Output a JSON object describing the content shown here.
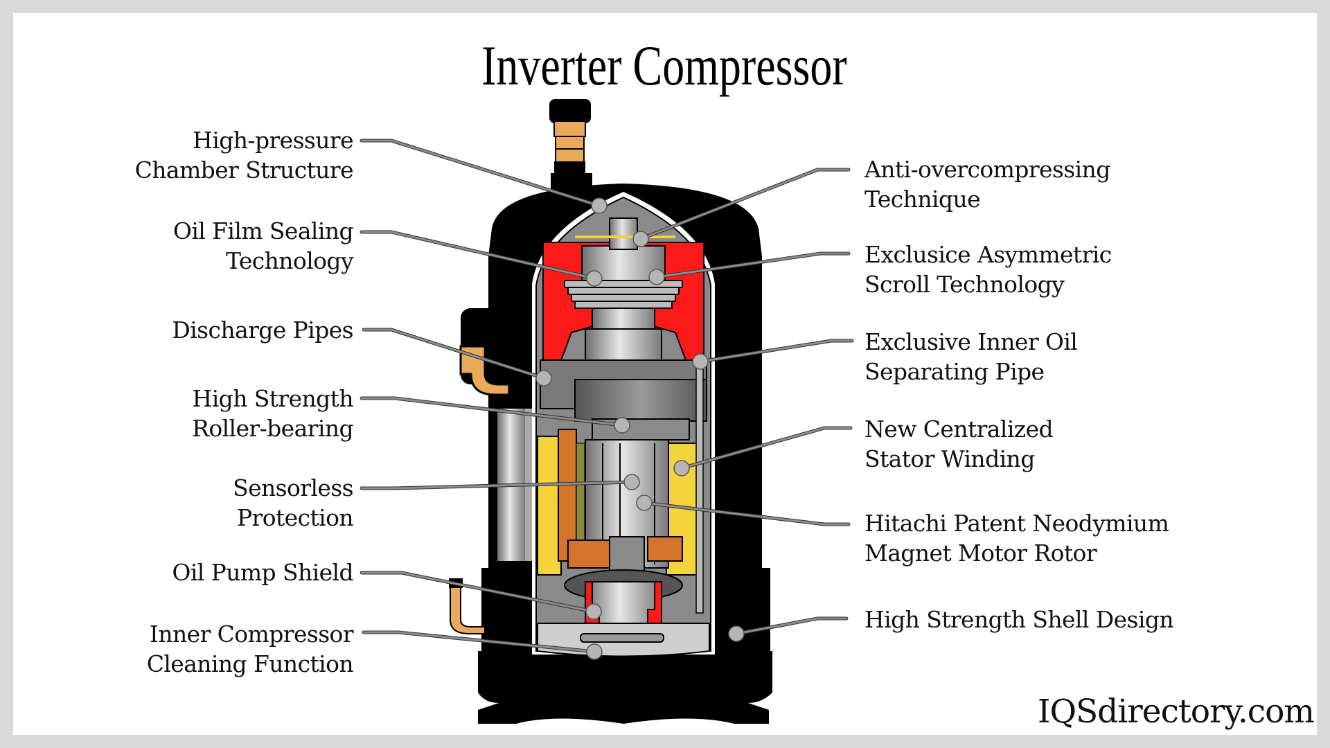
{
  "title": "Inverter Compressor",
  "watermark": "IQSdirectory.com",
  "colors": {
    "background_border": "#d9d9d9",
    "panel": "#ffffff",
    "shell": "#000000",
    "red_part": "#ff1a1a",
    "yellow_winding": "#f5d33a",
    "copper": "#d4742a",
    "brass": "#e8a95a",
    "metal_gray": "#9a9a9a",
    "leader_line": "#8c8c8c",
    "callout_dot": "#b5b5b5"
  },
  "labels_left": [
    {
      "id": "high-pressure-chamber",
      "lines": [
        "High-pressure",
        "Chamber Structure"
      ]
    },
    {
      "id": "oil-film-sealing",
      "lines": [
        "Oil Film Sealing",
        "Technology"
      ]
    },
    {
      "id": "discharge-pipes",
      "lines": [
        "Discharge Pipes"
      ]
    },
    {
      "id": "roller-bearing",
      "lines": [
        "High Strength",
        "Roller-bearing"
      ]
    },
    {
      "id": "sensorless-protection",
      "lines": [
        "Sensorless",
        "Protection"
      ]
    },
    {
      "id": "oil-pump-shield",
      "lines": [
        "Oil Pump Shield"
      ]
    },
    {
      "id": "inner-cleaning",
      "lines": [
        "Inner Compressor",
        "Cleaning Function"
      ]
    }
  ],
  "labels_right": [
    {
      "id": "anti-overcompressing",
      "lines": [
        "Anti-overcompressing",
        "Technique"
      ]
    },
    {
      "id": "asymmetric-scroll",
      "lines": [
        "Exclusice Asymmetric",
        "Scroll Technology"
      ]
    },
    {
      "id": "oil-separating-pipe",
      "lines": [
        "Exclusive Inner Oil",
        "Separating Pipe"
      ]
    },
    {
      "id": "stator-winding",
      "lines": [
        "New Centralized",
        "Stator Winding"
      ]
    },
    {
      "id": "motor-rotor",
      "lines": [
        "Hitachi Patent Neodymium",
        "Magnet Motor Rotor"
      ]
    },
    {
      "id": "shell-design",
      "lines": [
        "High Strength Shell Design"
      ]
    }
  ]
}
